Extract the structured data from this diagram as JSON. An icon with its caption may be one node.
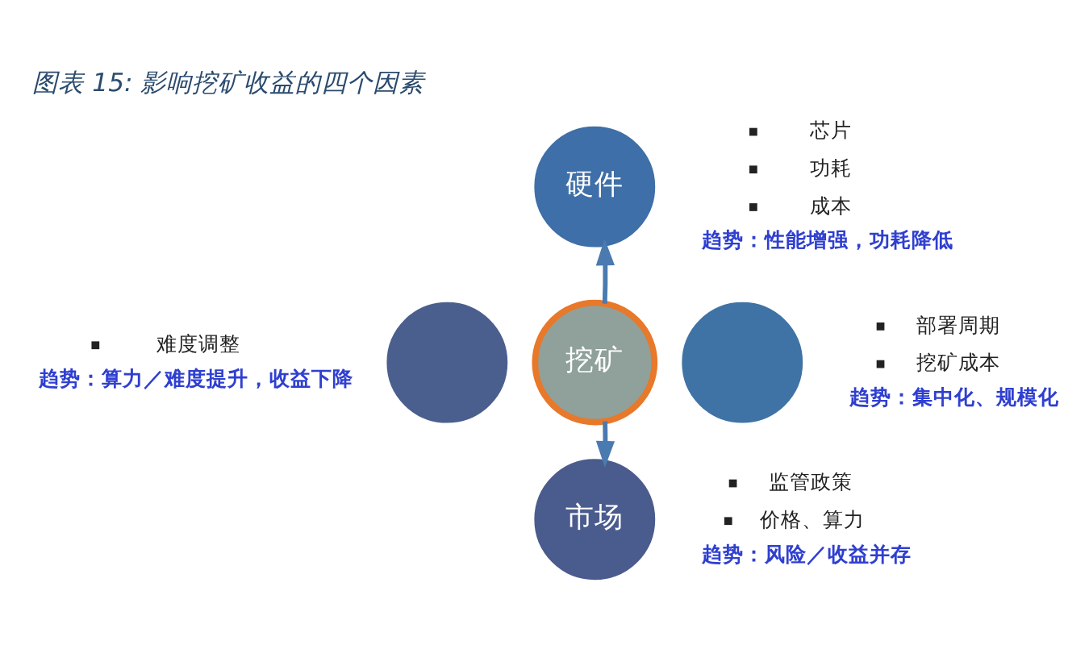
{
  "diagram": {
    "title": "图表 15: 影响挖矿收益的四个因素",
    "nodes": [
      {
        "text": [
          "硬件"
        ],
        "beside": [
          "芯片",
          "功耗",
          "成本",
          "趋势：性能增强，功耗降低"
        ]
      },
      {
        "text": [],
        "shape": "circle",
        "beside": [
          "难度调整",
          "趋势：算力／难度提升，收益下降"
        ]
      },
      {
        "text": [
          "挖矿"
        ]
      },
      {
        "text": [],
        "shape": "circle",
        "beside": [
          "部署周期",
          "挖矿成本",
          "趋势：集中化、规模化"
        ]
      },
      {
        "text": [
          "市场"
        ],
        "beside": [
          "监管政策",
          "价格、算力",
          "趋势：风险／收益并存"
        ]
      }
    ],
    "edges": [
      {
        "from": 2,
        "to": 0,
        "arrow": "to"
      },
      {
        "from": 2,
        "to": 4,
        "arrow": "to"
      }
    ]
  }
}
